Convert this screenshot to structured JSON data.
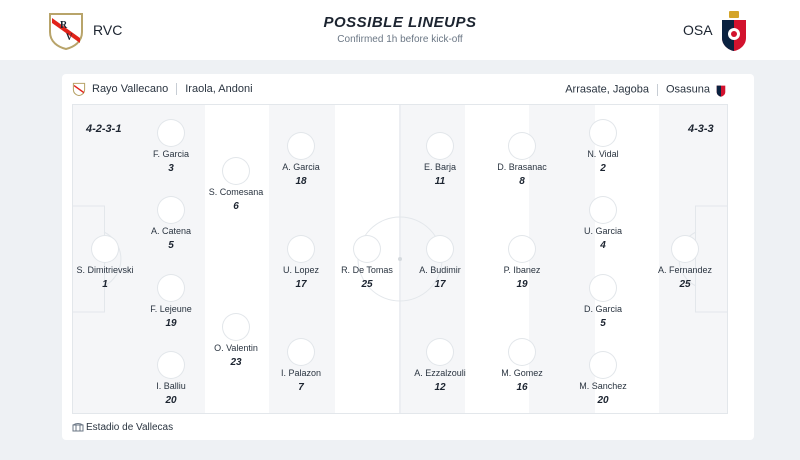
{
  "header": {
    "title": "POSSIBLE LINEUPS",
    "subtitle": "Confirmed 1h before kick-off",
    "home_abbr": "RVC",
    "away_abbr": "OSA"
  },
  "home": {
    "team": "Rayo Vallecano",
    "coach": "Iraola, Andoni",
    "formation": "4-2-3-1",
    "players": [
      {
        "name": "S. Dimitrievski",
        "number": "1"
      },
      {
        "name": "F. Garcia",
        "number": "3"
      },
      {
        "name": "A. Catena",
        "number": "5"
      },
      {
        "name": "F. Lejeune",
        "number": "19"
      },
      {
        "name": "I. Balliu",
        "number": "20"
      },
      {
        "name": "S. Comesana",
        "number": "6"
      },
      {
        "name": "O. Valentin",
        "number": "23"
      },
      {
        "name": "A. Garcia",
        "number": "18"
      },
      {
        "name": "U. Lopez",
        "number": "17"
      },
      {
        "name": "I. Palazon",
        "number": "7"
      },
      {
        "name": "R. De Tomas",
        "number": "25"
      }
    ]
  },
  "away": {
    "team": "Osasuna",
    "coach": "Arrasate, Jagoba",
    "formation": "4-3-3",
    "players": [
      {
        "name": "E. Barja",
        "number": "11"
      },
      {
        "name": "A. Budimir",
        "number": "17"
      },
      {
        "name": "A. Ezzalzouli",
        "number": "12"
      },
      {
        "name": "D. Brasanac",
        "number": "8"
      },
      {
        "name": "P. Ibanez",
        "number": "19"
      },
      {
        "name": "M. Gomez",
        "number": "16"
      },
      {
        "name": "N. Vidal",
        "number": "2"
      },
      {
        "name": "U. Garcia",
        "number": "4"
      },
      {
        "name": "D. Garcia",
        "number": "5"
      },
      {
        "name": "M. Sanchez",
        "number": "20"
      },
      {
        "name": "A. Fernandez",
        "number": "25"
      }
    ]
  },
  "venue": "Estadio de Vallecas",
  "colors": {
    "home_primary": "#e2231a",
    "away_primary": "#d2122e",
    "away_secondary": "#0a2240",
    "pitch_light": "#f5f6f8",
    "pitch_white": "#ffffff"
  }
}
